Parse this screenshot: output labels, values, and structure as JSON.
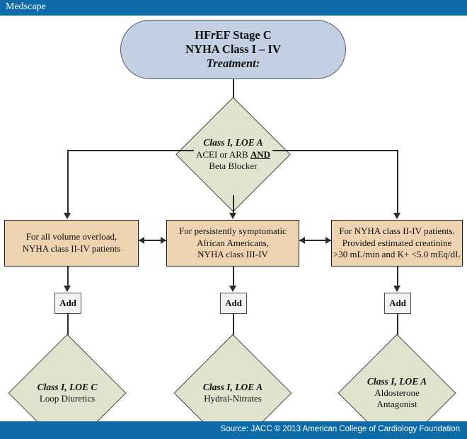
{
  "header": {
    "brand": "Medscape",
    "brand_bg": "#0d6ca8"
  },
  "footer": {
    "source": "Source: JACC © 2013 American College of Cardiology Foundation",
    "bg": "#0d6ca8"
  },
  "colors": {
    "pill_fill": "#c3d0e4",
    "rect_fill": "#eed3b1",
    "diamond_fill": "#dfe4ce",
    "addbox_fill": "#f2f2f2",
    "line": "#2b2b2b"
  },
  "flowchart": {
    "type": "flowchart",
    "title_node": {
      "shape": "rounded-rectangle",
      "line1": "HFrEF Stage C",
      "line2": "NYHA Class I – IV",
      "line3": "Treatment:"
    },
    "decision_top": {
      "shape": "diamond",
      "header": "Class I, LOE A",
      "line1_a": "ACEI or ARB ",
      "line1_b": "AND",
      "line2": "Beta Blocker"
    },
    "criteria_boxes": [
      {
        "shape": "rectangle",
        "line1": "For all volume overload,",
        "line2": "NYHA class II-IV patients",
        "line3": ""
      },
      {
        "shape": "rectangle",
        "line1": "For persistently symptomatic",
        "line2": "African Americans,",
        "line3": "NYHA class III-IV"
      },
      {
        "shape": "rectangle",
        "line1": "For NYHA class II-IV patients.",
        "line2": "Provided  estimated creatinine",
        "line3": ">30 mL/min and K+ <5.0 mEq/dL"
      }
    ],
    "add_boxes": [
      {
        "label": "Add"
      },
      {
        "label": "Add"
      },
      {
        "label": "Add"
      }
    ],
    "therapy_diamonds": [
      {
        "shape": "diamond",
        "header": "Class I, LOE C",
        "line1": "Loop Diuretics",
        "line2": ""
      },
      {
        "shape": "diamond",
        "header": "Class I, LOE A",
        "line1": "Hydral-Nitrates",
        "line2": ""
      },
      {
        "shape": "diamond",
        "header": "Class I, LOE A",
        "line1": "Aldosterone",
        "line2": "Antagonist"
      }
    ]
  }
}
